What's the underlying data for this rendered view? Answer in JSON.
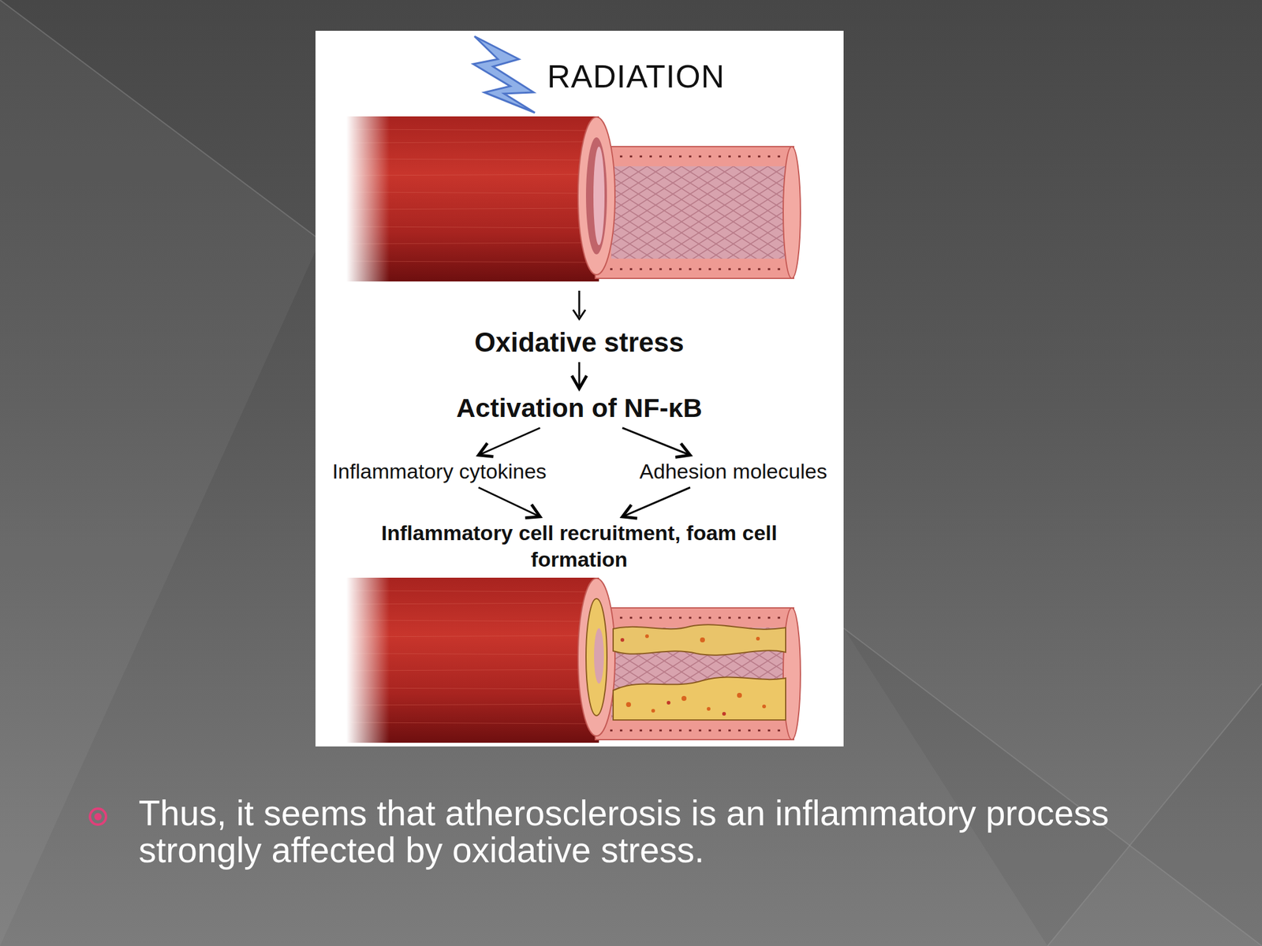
{
  "diagram": {
    "caption": "Thus, it seems that atherosclerosis is an inflammatory process strongly affected by oxidative stress.",
    "nodes": [
      {
        "text": [
          "Oxidative stress"
        ]
      },
      {
        "text": [
          "Activation of NF-κB"
        ]
      },
      {
        "text": [
          "Inflammatory cytokines"
        ]
      },
      {
        "text": [
          "Adhesion molecules"
        ]
      },
      {
        "text": [
          "Inflammatory cell recruitment, foam cell formation"
        ]
      }
    ],
    "edges": [
      {
        "from": 0,
        "to": 1,
        "arrow": "to"
      },
      {
        "from": 1,
        "to": 2,
        "arrow": "to"
      },
      {
        "from": 1,
        "to": 3,
        "arrow": "to"
      },
      {
        "from": 2,
        "to": 4,
        "arrow": "to"
      },
      {
        "from": 3,
        "to": 4,
        "arrow": "to"
      }
    ],
    "labels": [
      "RADIATION"
    ]
  }
}
